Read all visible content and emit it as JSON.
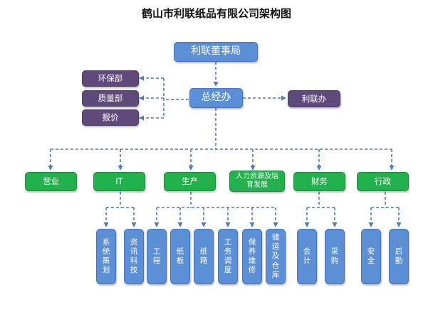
{
  "title": "鹤山市利联纸品有限公司架构图",
  "colors": {
    "blue": "#5b8fd6",
    "purple": "#604a7b",
    "green": "#22b14c",
    "connector": "#4a7cc9"
  },
  "nodes": {
    "board": "利联董事局",
    "gm": "总经办",
    "env": "环保部",
    "quality": "质量部",
    "quote": "报价",
    "lilian_office": "利联办",
    "sales": "营业",
    "it": "IT",
    "production": "生产",
    "hr": "人力资源及培育发展",
    "finance": "财务",
    "admin": "行政",
    "it_sub": [
      "系统策划",
      "资讯科技"
    ],
    "production_sub": [
      "工程",
      "纸板",
      "纸箱",
      "工务调度",
      "保养维修",
      "储运及仓库"
    ],
    "finance_sub": [
      "会计",
      "采购"
    ],
    "admin_sub": [
      "安全",
      "后勤"
    ]
  }
}
